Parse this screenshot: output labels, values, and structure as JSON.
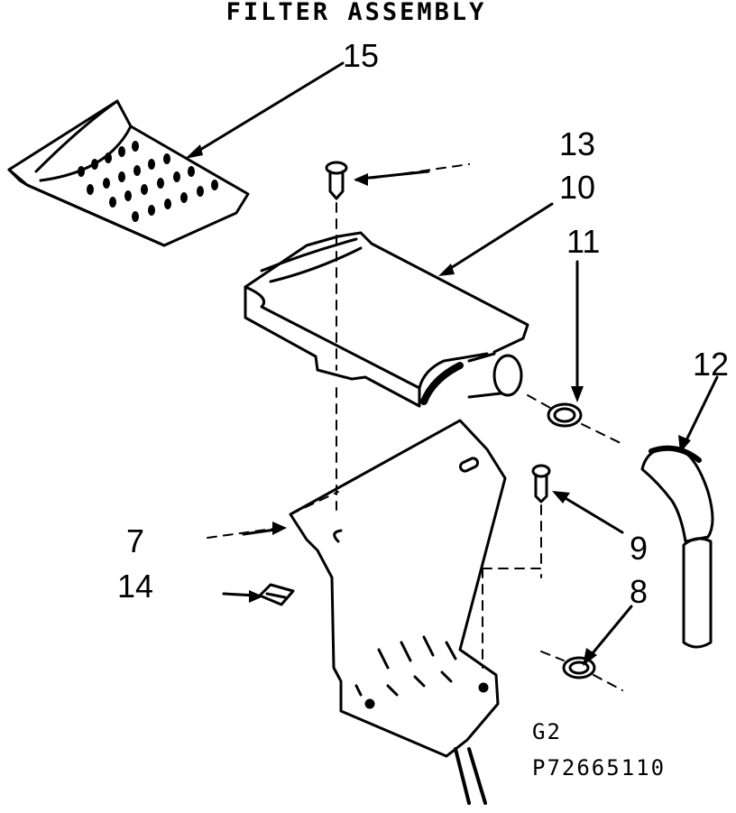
{
  "title": "FILTER ASSEMBLY",
  "callouts": {
    "c15": "15",
    "c13": "13",
    "c10": "10",
    "c11": "11",
    "c12": "12",
    "c7": "7",
    "c14": "14",
    "c9": "9",
    "c8": "8"
  },
  "codes": {
    "group": "G2",
    "part_number": "P72665110"
  }
}
